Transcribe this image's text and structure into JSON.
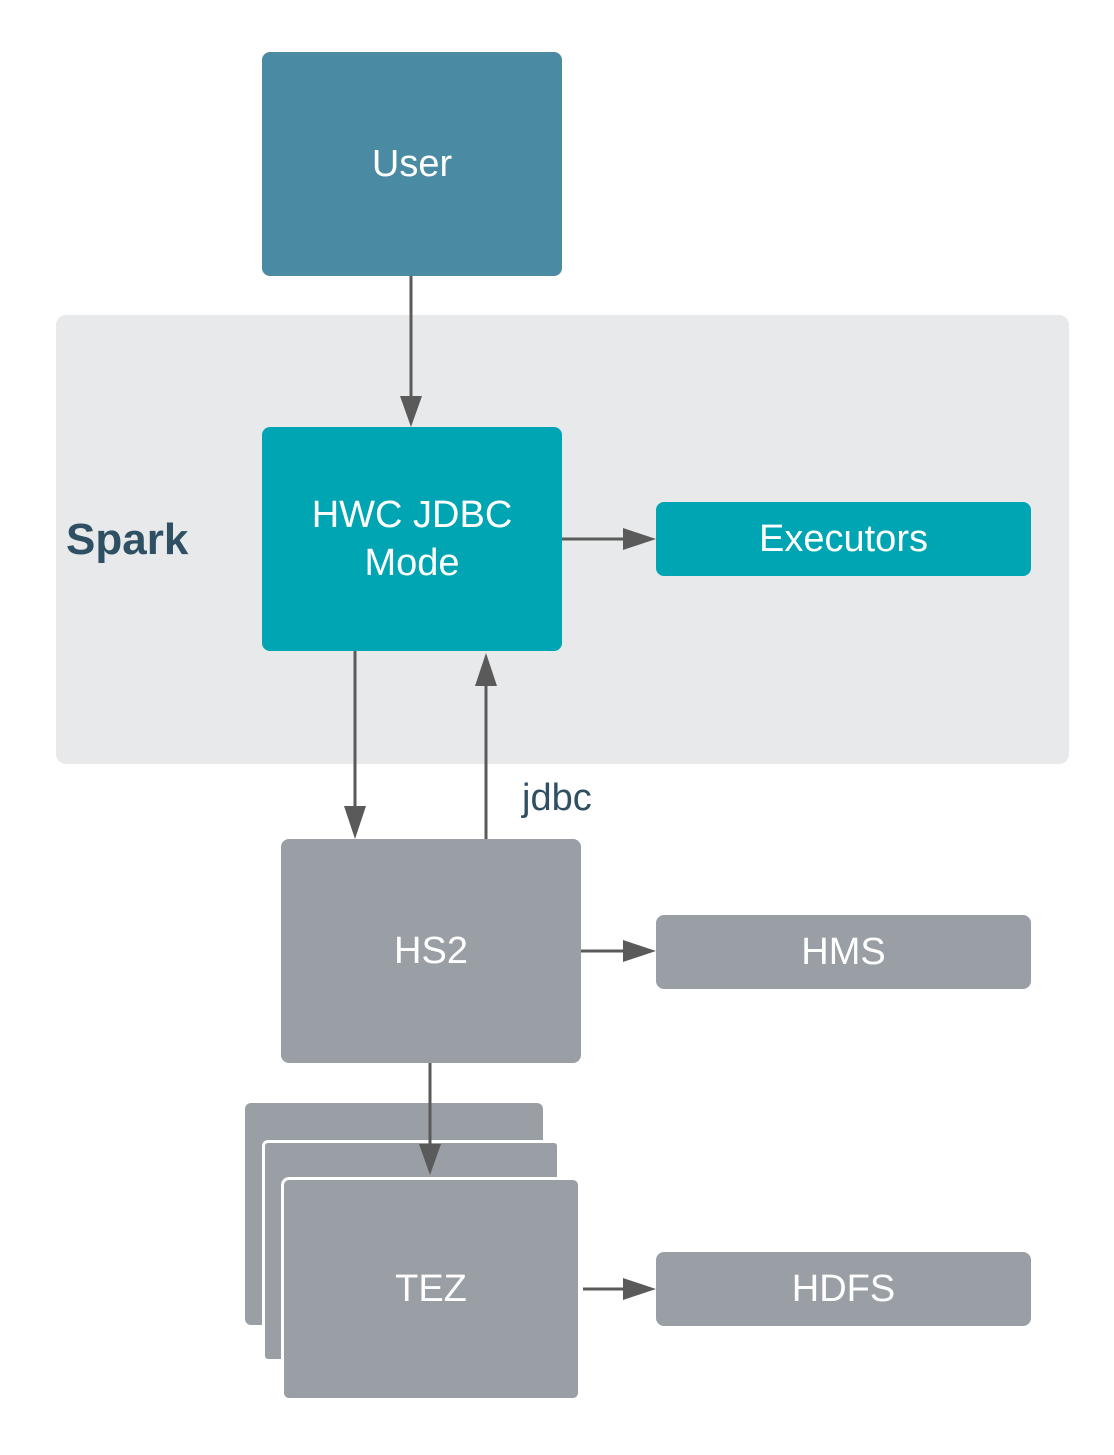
{
  "nodes": {
    "user": "User",
    "spark": "Spark",
    "hwc": [
      "HWC JDBC",
      "Mode"
    ],
    "executors": "Executors",
    "hs2": "HS2",
    "hms": "HMS",
    "tez": "TEZ",
    "hdfs": "HDFS"
  },
  "edge_labels": {
    "jdbc": "jdbc"
  },
  "colors": {
    "user_box": "#4a8aa3",
    "teal_box": "#00a5b3",
    "gray_box": "#9a9ea5",
    "spark_region": "#e8e9eb",
    "label_text": "#2f4f63",
    "arrow": "#5a5a5a"
  }
}
